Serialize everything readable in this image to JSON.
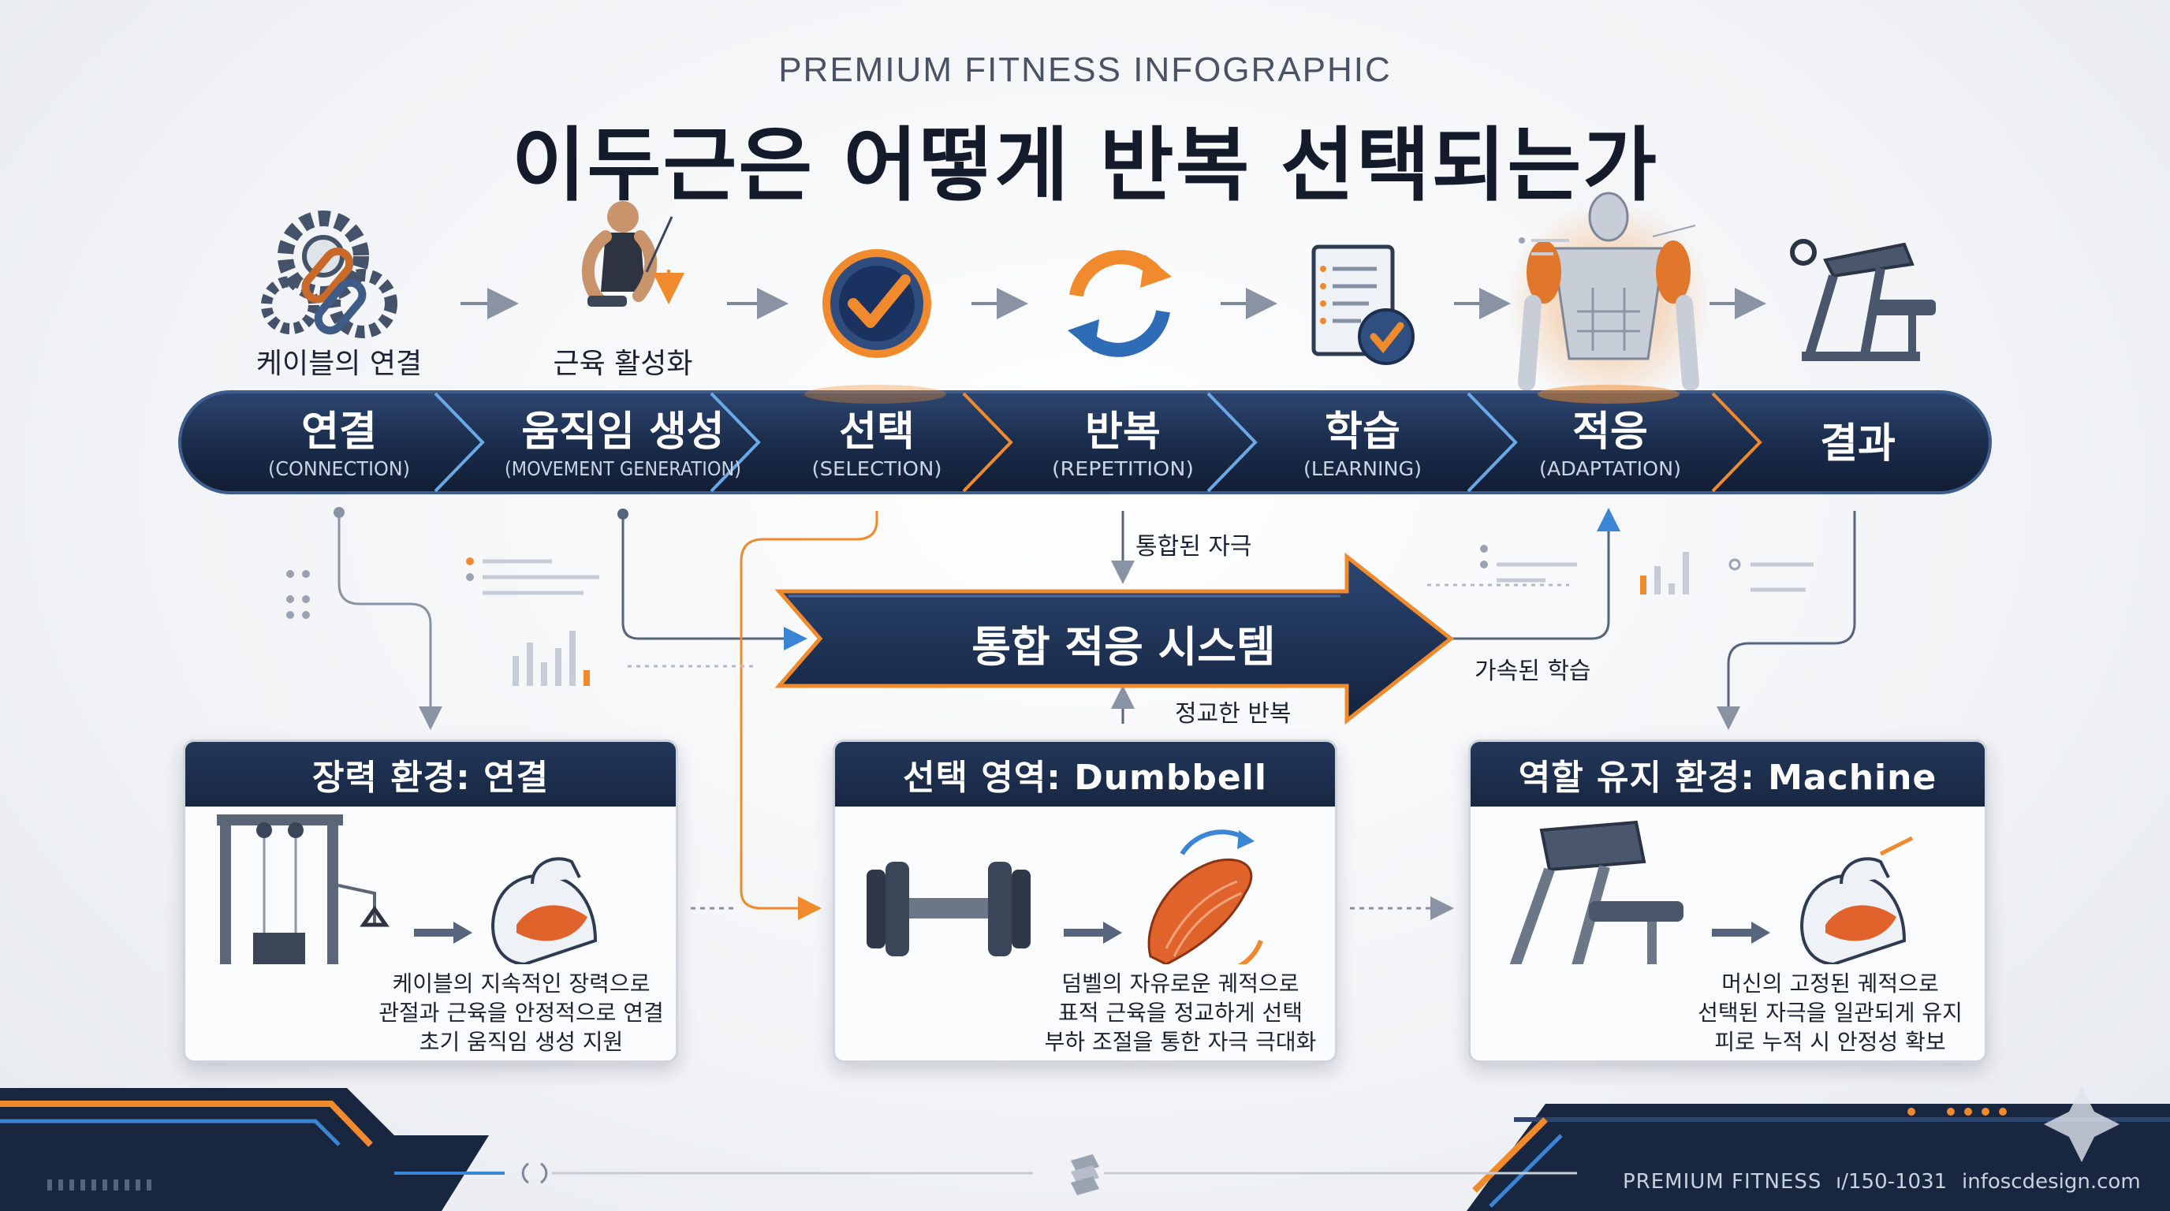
{
  "header": {
    "subtitle": "PREMIUM FITNESS INFOGRAPHIC",
    "title": "이두근은 어떻게 반복 선택되는가"
  },
  "icon_labels": {
    "chain": "케이블의 연결",
    "activation": "근육 활성화"
  },
  "steps": [
    {
      "label": "연결",
      "sub": "(CONNECTION)",
      "accent": "#6aa9e6"
    },
    {
      "label": "움직임 생성",
      "sub": "(MOVEMENT GENERATION)",
      "accent": "#6aa9e6"
    },
    {
      "label": "선택",
      "sub": "(SELECTION)",
      "accent": "#f08a2c"
    },
    {
      "label": "반복",
      "sub": "(REPETITION)",
      "accent": "#6aa9e6"
    },
    {
      "label": "학습",
      "sub": "(LEARNING)",
      "accent": "#6aa9e6"
    },
    {
      "label": "적응",
      "sub": "(ADAPTATION)",
      "accent": "#f08a2c"
    },
    {
      "label": "결과",
      "sub": "",
      "accent": "#6aa9e6"
    }
  ],
  "center": {
    "system": "통합 적응 시스템",
    "top_note": "통합된 자극",
    "bottom_note": "정교한 반복",
    "right_note": "가속된 학습"
  },
  "boxes": [
    {
      "title": "장력 환경: 연결",
      "lines": [
        "케이블의 지속적인 장력으로",
        "관절과 근육을 안정적으로 연결",
        "초기 움직임 생성 지원"
      ]
    },
    {
      "title": "선택 영역: Dumbbell",
      "lines": [
        "덤벨의 자유로운 궤적으로",
        "표적 근육을 정교하게 선택",
        "부하 조절을 통한 자극 극대화"
      ]
    },
    {
      "title": "역할 유지 환경: Machine",
      "lines": [
        "머신의 고정된 궤적으로",
        "선택된 자극을 일관되게 유지",
        "피로 누적 시 안정성 확보"
      ]
    }
  ],
  "footer": {
    "brand": "PREMIUM FITNESS",
    "code": "ı/150-1031",
    "site": "infoscdesign.com"
  },
  "colors": {
    "navy": "#1c2f4f",
    "orange": "#f08a2c",
    "blue": "#3b86d4",
    "gray": "#8a93a3"
  }
}
